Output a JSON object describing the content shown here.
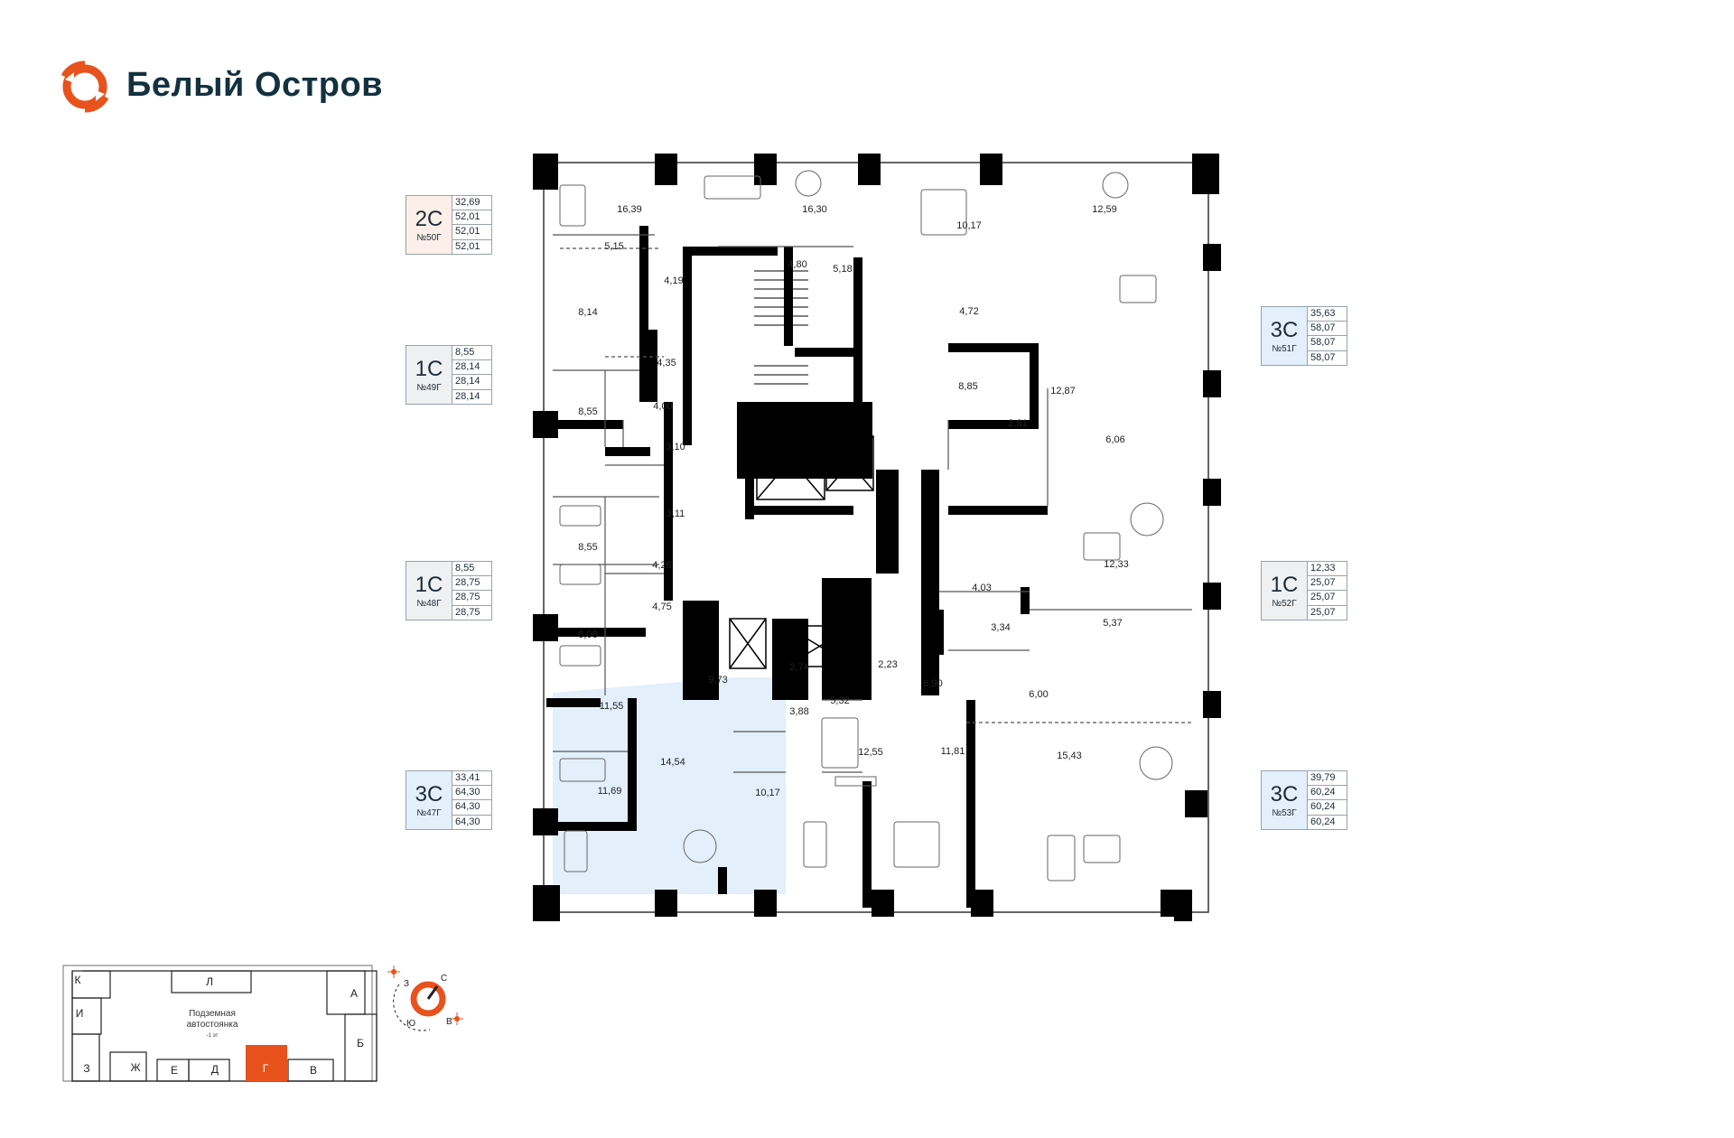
{
  "brand": {
    "name": "Белый Остров"
  },
  "colors": {
    "accent": "#e8521c",
    "highlight": "#e3f0fb",
    "wall": "#000000",
    "selected_card": "#fcefe9",
    "card_gray": "#eef0f2"
  },
  "apartments": [
    {
      "id": "left-1",
      "type": "2С",
      "number": "№50Г",
      "areas": [
        "32,69",
        "52,01",
        "52,01",
        "52,01"
      ]
    },
    {
      "id": "left-2",
      "type": "1С",
      "number": "№49Г",
      "areas": [
        "8,55",
        "28,14",
        "28,14",
        "28,14"
      ]
    },
    {
      "id": "left-3",
      "type": "1С",
      "number": "№48Г",
      "areas": [
        "8,55",
        "28,75",
        "28,75",
        "28,75"
      ]
    },
    {
      "id": "left-4",
      "type": "3С",
      "number": "№47Г",
      "areas": [
        "33,41",
        "64,30",
        "64,30",
        "64,30"
      ]
    },
    {
      "id": "right-1",
      "type": "3С",
      "number": "№51Г",
      "areas": [
        "35,63",
        "58,07",
        "58,07",
        "58,07"
      ]
    },
    {
      "id": "right-2",
      "type": "1С",
      "number": "№52Г",
      "areas": [
        "12,33",
        "25,07",
        "25,07",
        "25,07"
      ]
    },
    {
      "id": "right-3",
      "type": "3С",
      "number": "№53Г",
      "areas": [
        "39,79",
        "60,24",
        "60,24",
        "60,24"
      ]
    }
  ],
  "rooms": [
    "16,39",
    "5,15",
    "16,30",
    "4,80",
    "5,18",
    "4,19",
    "10,17",
    "12,59",
    "4,72",
    "8,14",
    "4,35",
    "8,55",
    "4,00",
    "3,10",
    "8,85",
    "12,87",
    "2,81",
    "6,06",
    "3,11",
    "8,55",
    "4,26",
    "12,33",
    "4,03",
    "4,75",
    "8,08",
    "3,34",
    "5,37",
    "11,55",
    "9,73",
    "2,74",
    "3,88",
    "5,32",
    "2,23",
    "6,90",
    "6,00",
    "14,54",
    "11,69",
    "10,17",
    "12,55",
    "11,81",
    "15,43"
  ],
  "site_plan": {
    "sections": [
      "К",
      "Л",
      "А",
      "И",
      "Б",
      "З",
      "Ж",
      "Е",
      "Д",
      "Г",
      "В"
    ],
    "parking": "Подземная автостоянка",
    "parking_sub": "-1 эт"
  },
  "compass": {
    "labels": [
      "З",
      "С",
      "Ю",
      "В"
    ]
  }
}
